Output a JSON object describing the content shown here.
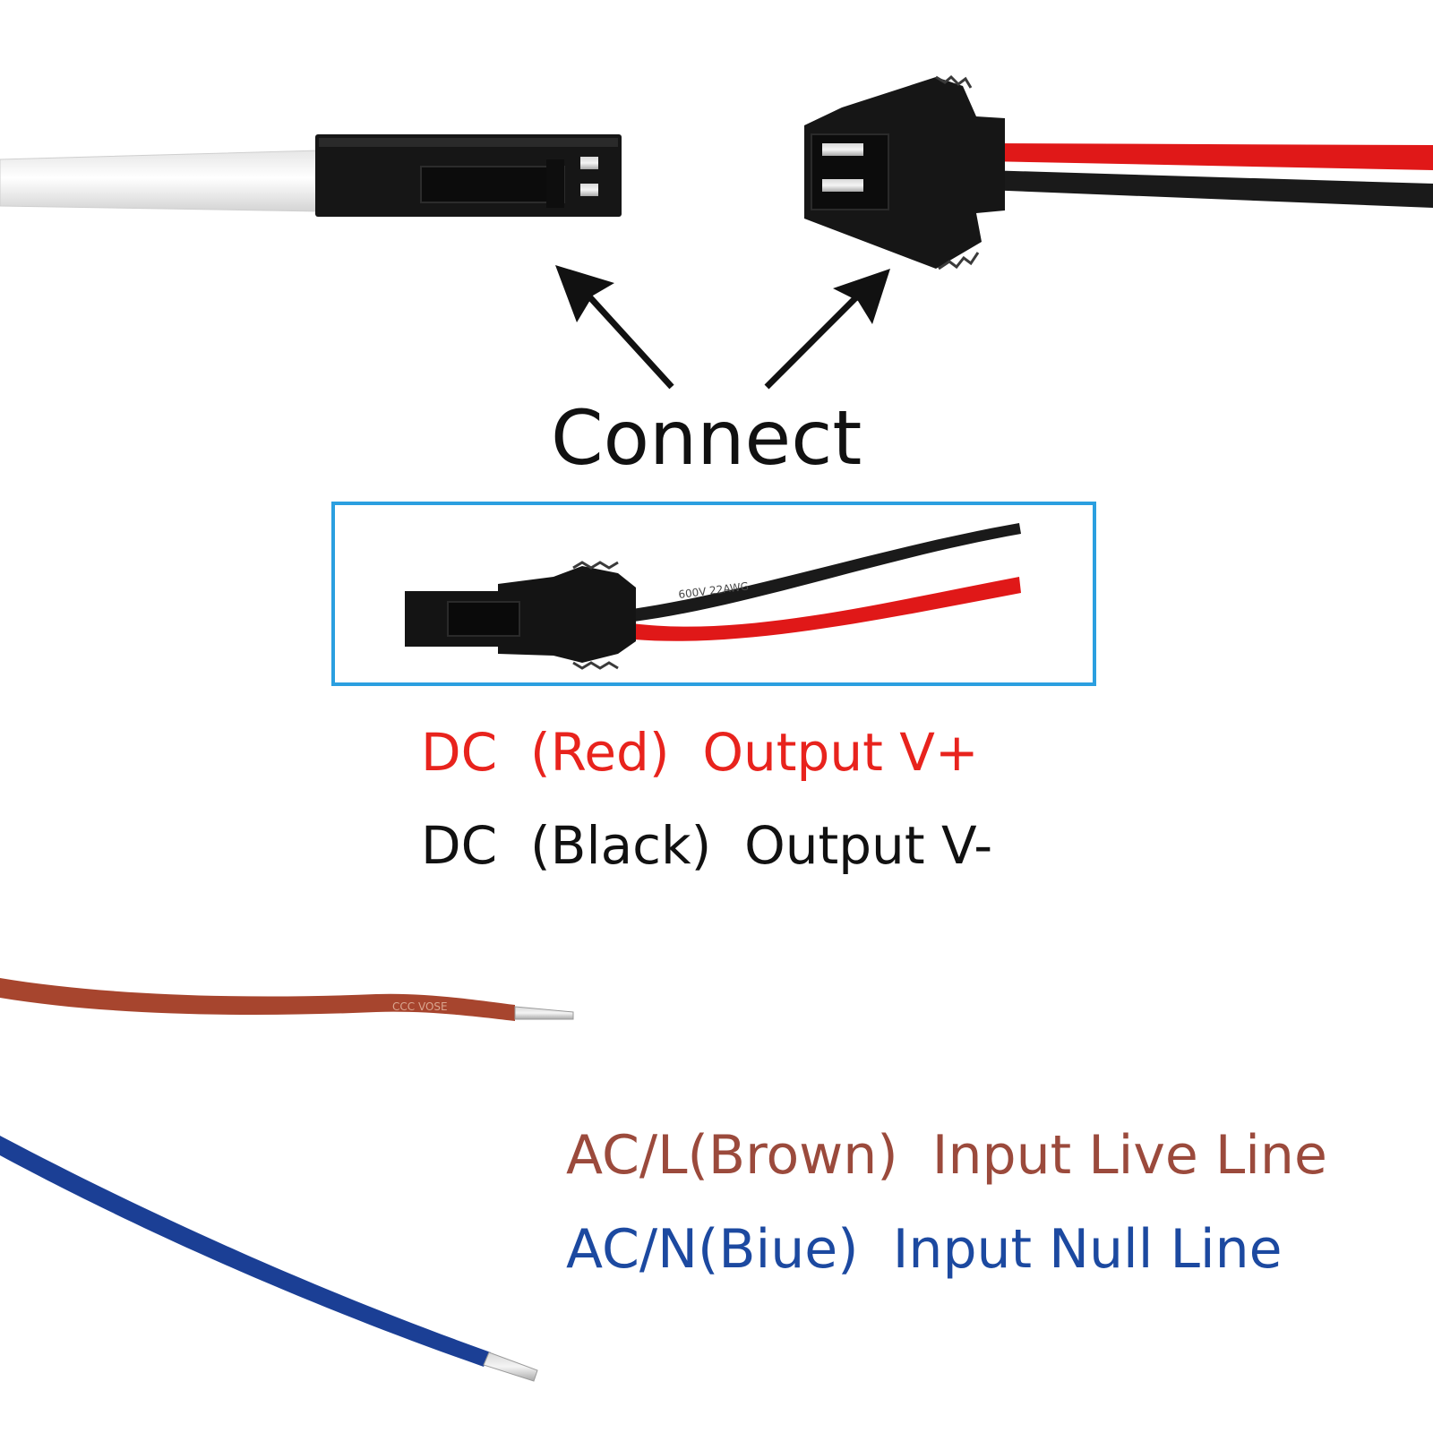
{
  "labels": {
    "connect": "Connect",
    "dc_red": "DC  (Red)  Output V+",
    "dc_black": "DC  (Black)  Output V-",
    "ac_live": "AC/L(Brown)  Input Live Line",
    "ac_null": "AC/N(Biue)  Input Null Line"
  },
  "colors": {
    "dc_red": "#e8231d",
    "dc_black": "#111111",
    "ac_brown": "#9b4a3c",
    "ac_blue": "#1c49a0",
    "highlight_box": "#2b9fe0",
    "red_wire": "#e01818",
    "black_wire": "#1a1a1a",
    "brown_wire": "#a7452e",
    "blue_wire": "#1b3f95",
    "white_cable": "#f2f2f2",
    "connector": "#141414"
  },
  "wire_prints": {
    "black_wire": "600V 22AWG",
    "brown_wire": "CCC  VOSE"
  }
}
